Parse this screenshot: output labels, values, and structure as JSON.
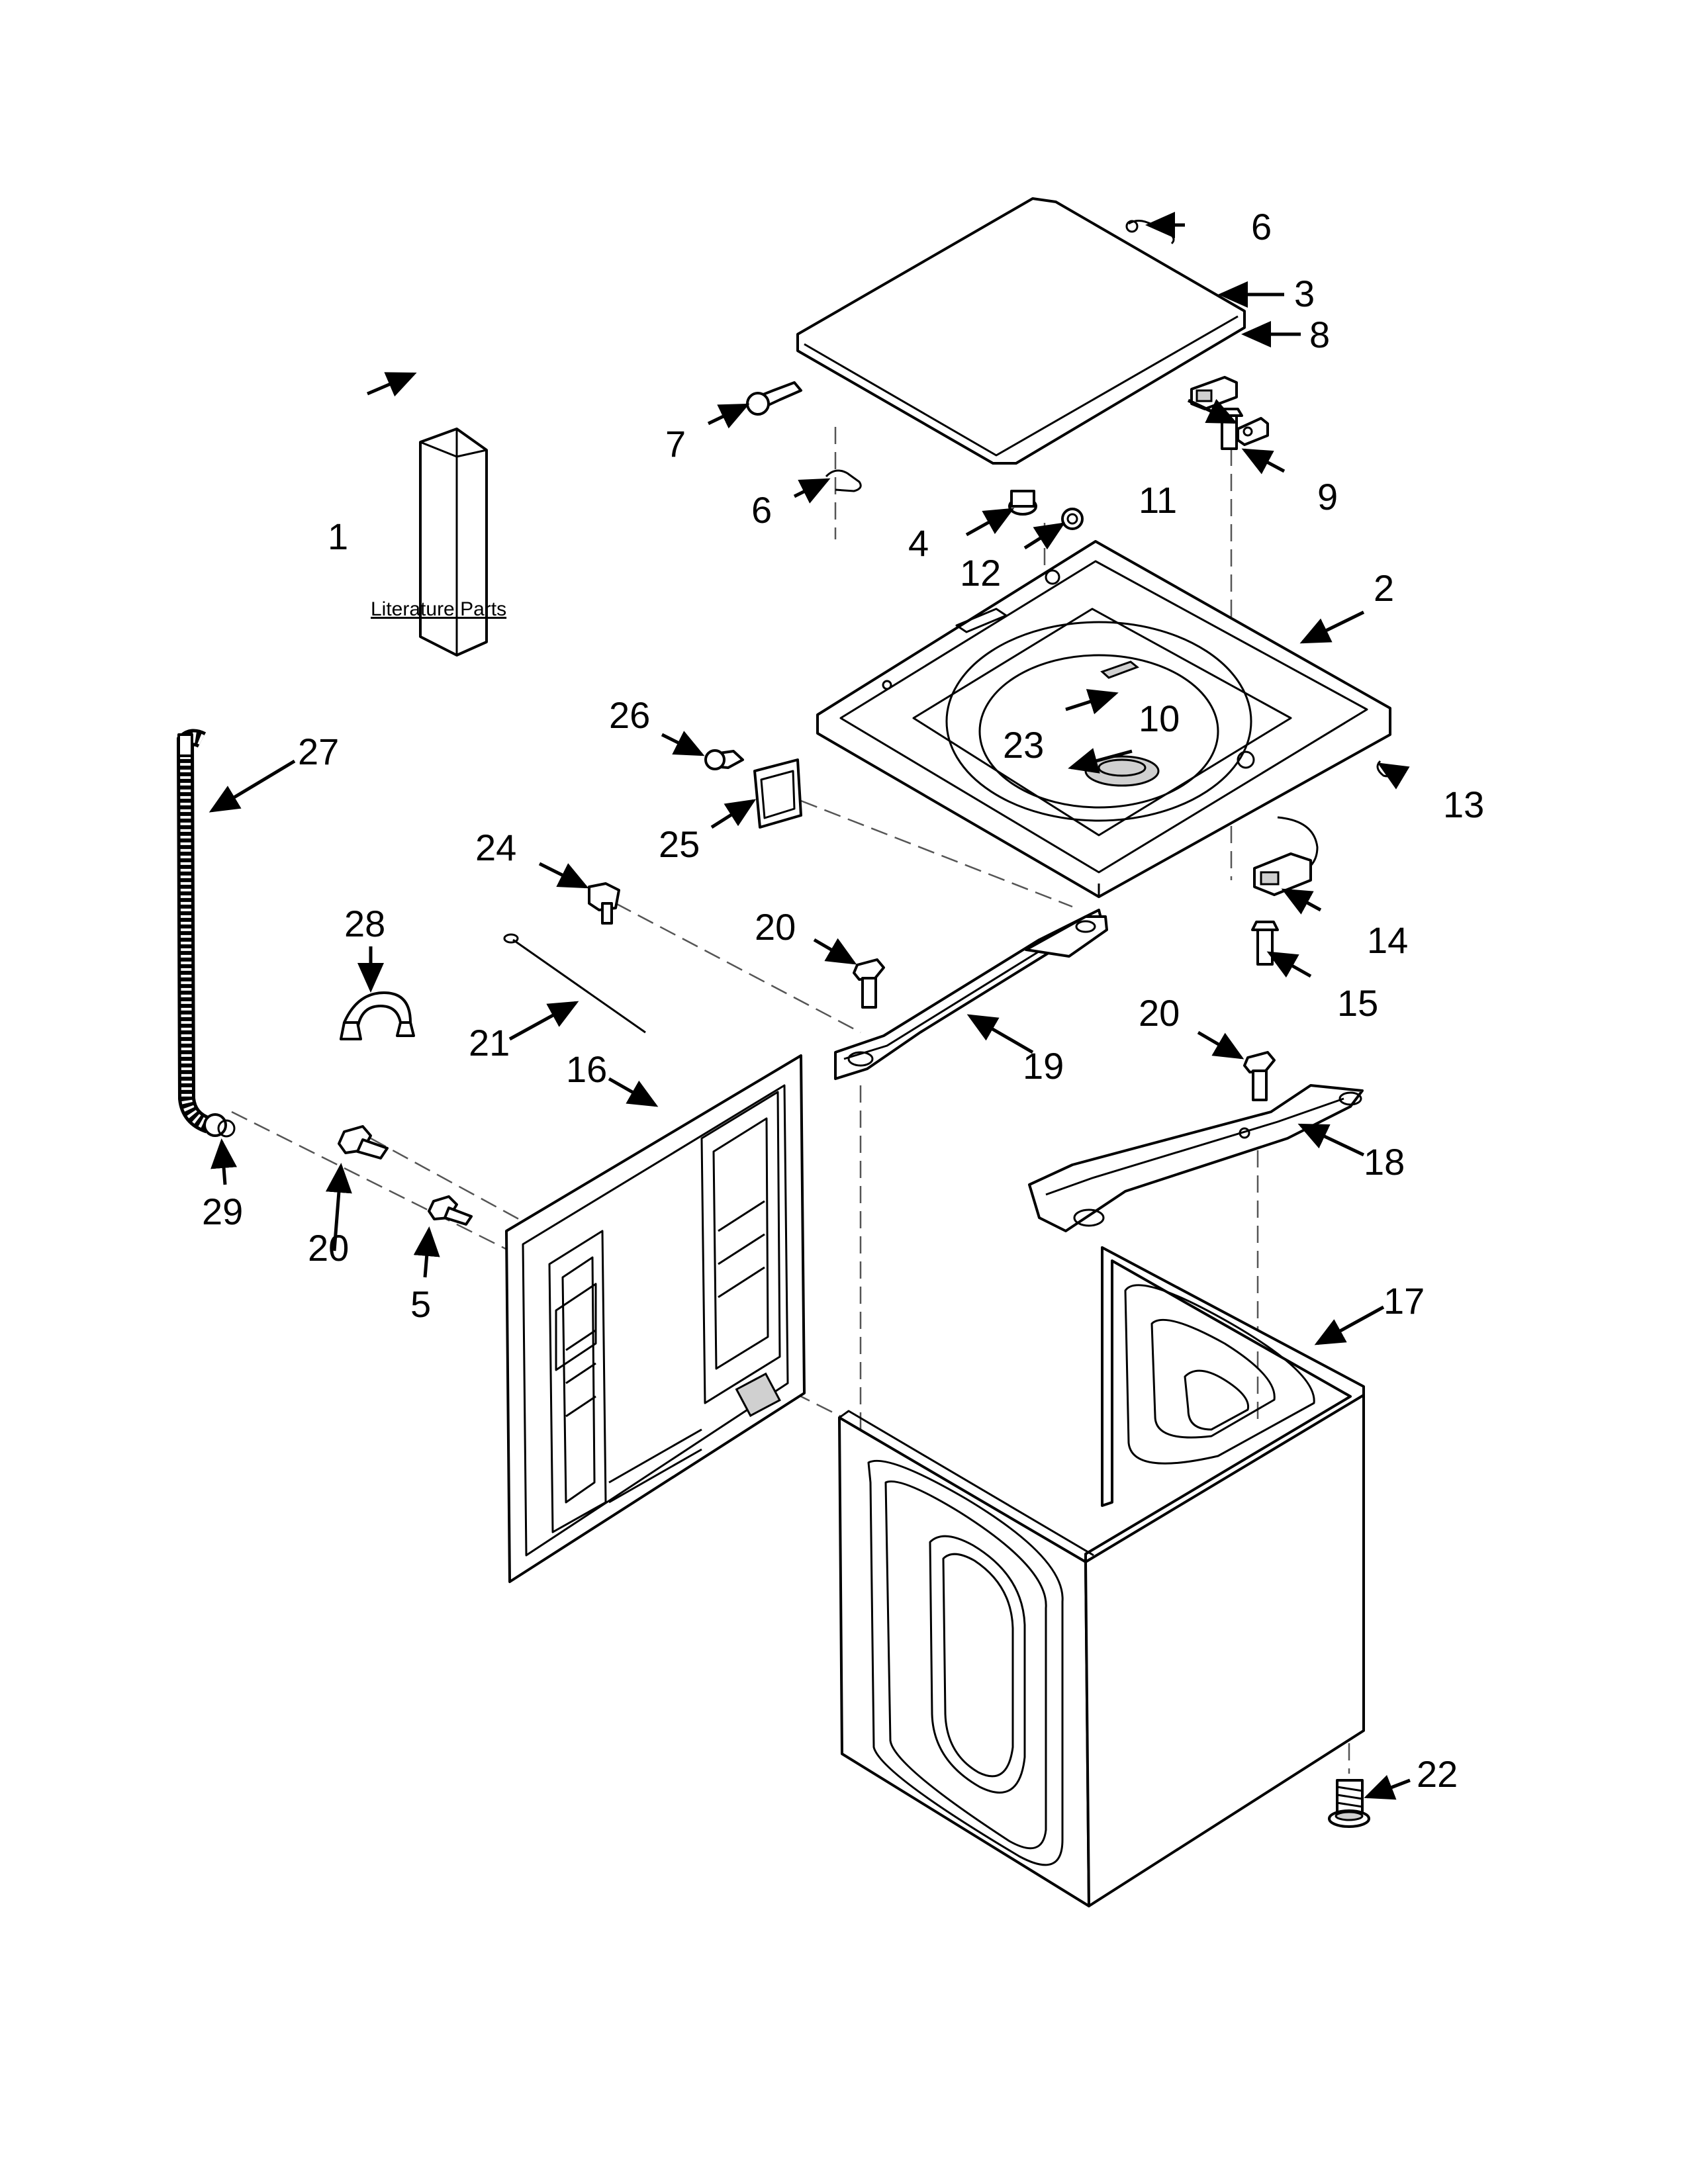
{
  "literature_label": "Literature Parts",
  "callouts": {
    "c1": "1",
    "c2": "2",
    "c3": "3",
    "c4": "4",
    "c5": "5",
    "c6a": "6",
    "c6b": "6",
    "c7": "7",
    "c8": "8",
    "c9": "9",
    "c10": "10",
    "c11": "11",
    "c12": "12",
    "c13": "13",
    "c14": "14",
    "c15": "15",
    "c16": "16",
    "c17": "17",
    "c18": "18",
    "c19": "19",
    "c20a": "20",
    "c20b": "20",
    "c20c": "20",
    "c21": "21",
    "c22": "22",
    "c23": "23",
    "c24": "24",
    "c25": "25",
    "c26": "26",
    "c27": "27",
    "c28": "28",
    "c29": "29"
  }
}
